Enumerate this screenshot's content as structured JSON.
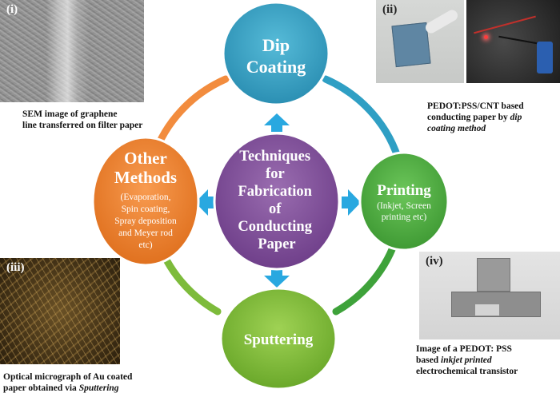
{
  "center": {
    "lines": [
      "Techniques",
      "for",
      "Fabrication",
      "of",
      "Conducting",
      "Paper"
    ]
  },
  "nodes": {
    "dip": {
      "lines": [
        "Dip",
        "Coating"
      ]
    },
    "printing": {
      "title": "Printing",
      "sub": [
        "(Inkjet, Screen",
        "printing etc)"
      ]
    },
    "sputtering": {
      "title": "Sputtering"
    },
    "other": {
      "title": [
        "Other",
        "Methods"
      ],
      "sub": [
        "(Evaporation,",
        "Spin coating,",
        "Spray deposition",
        "and Meyer rod",
        "etc)"
      ]
    }
  },
  "panels": {
    "i": {
      "tag": "(i)",
      "caption": [
        "SEM image of graphene",
        "line transferred on filter paper"
      ]
    },
    "ii": {
      "tag": "(ii)",
      "caption_lines": [
        "PEDOT:PSS/CNT based",
        "conducting paper  by "
      ],
      "caption_em1": "dip",
      "caption_em2": "coating method"
    },
    "iii": {
      "tag": "(iii)",
      "caption_line1": "Optical  micrograph of Au coated",
      "caption_line2": "paper obtained via ",
      "caption_em": "Sputtering"
    },
    "iv": {
      "tag": "(iv)",
      "caption_line1": "Image of a PEDOT: PSS",
      "caption_line2_pre": "based ",
      "caption_em": "inkjet printed",
      "caption_line3": "electrochemical transistor"
    }
  },
  "colors": {
    "center": "#8e5ea2",
    "dip": "#3fa9c9",
    "printing": "#5cb848",
    "sputtering": "#8cc63f",
    "other": "#f5893a",
    "arrow": "#29a8e0"
  }
}
